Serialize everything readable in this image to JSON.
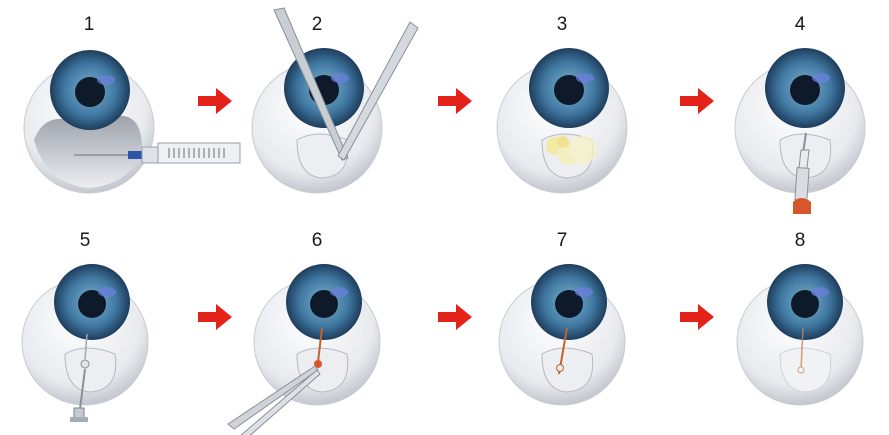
{
  "steps": [
    {
      "number": "1",
      "tool": "syringe"
    },
    {
      "number": "2",
      "tool": "forceps-crossed"
    },
    {
      "number": "3",
      "tool": "bubbles"
    },
    {
      "number": "4",
      "tool": "implant-injector"
    },
    {
      "number": "5",
      "tool": "implant-inserter"
    },
    {
      "number": "6",
      "tool": "tweezers"
    },
    {
      "number": "7",
      "tool": "implant-placed"
    },
    {
      "number": "8",
      "tool": "healed"
    }
  ],
  "colors": {
    "arrow": "#e32219",
    "iris_outer": "#2f5f86",
    "iris_inner": "#7fb3cf",
    "pupil": "#0e1a2a",
    "sclera": "#f2f3f5",
    "implant_orange": "#d8572a",
    "bubble": "#f3e98a"
  }
}
